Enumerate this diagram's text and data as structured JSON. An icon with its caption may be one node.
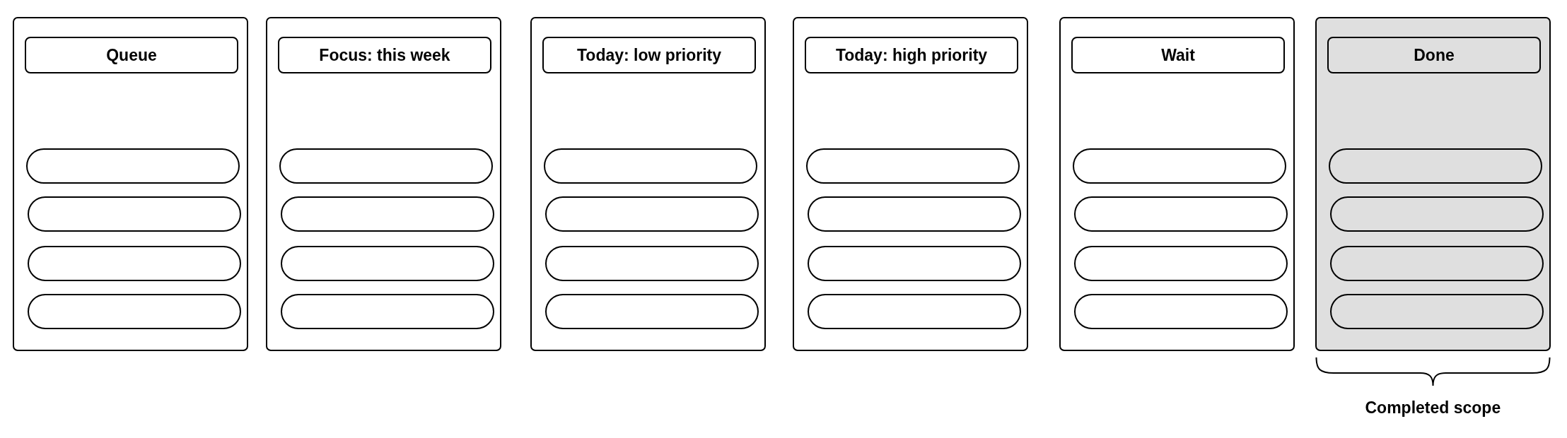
{
  "diagram": {
    "nodes": [
      {
        "text": [],
        "shape": "box"
      },
      {
        "text": [
          "Queue"
        ],
        "in": 0
      },
      {
        "text": [],
        "shape": "pill",
        "in": 0
      },
      {
        "text": [],
        "shape": "pill",
        "in": 0
      },
      {
        "text": [],
        "shape": "pill",
        "in": 0
      },
      {
        "text": [],
        "shape": "pill",
        "in": 0
      },
      {
        "text": [],
        "shape": "box"
      },
      {
        "text": [
          "Focus: this week"
        ],
        "in": 6
      },
      {
        "text": [],
        "shape": "pill",
        "in": 6
      },
      {
        "text": [],
        "shape": "pill",
        "in": 6
      },
      {
        "text": [],
        "shape": "pill",
        "in": 6
      },
      {
        "text": [],
        "shape": "pill",
        "in": 6
      },
      {
        "text": [],
        "shape": "box"
      },
      {
        "text": [
          "Today: low priority"
        ],
        "in": 12
      },
      {
        "text": [],
        "shape": "pill",
        "in": 12
      },
      {
        "text": [],
        "shape": "pill",
        "in": 12
      },
      {
        "text": [],
        "shape": "pill",
        "in": 12
      },
      {
        "text": [],
        "shape": "pill",
        "in": 12
      },
      {
        "text": [],
        "shape": "box"
      },
      {
        "text": [
          "Today: high priority"
        ],
        "in": 18
      },
      {
        "text": [],
        "shape": "pill",
        "in": 18
      },
      {
        "text": [],
        "shape": "pill",
        "in": 18
      },
      {
        "text": [],
        "shape": "pill",
        "in": 18
      },
      {
        "text": [],
        "shape": "pill",
        "in": 18
      },
      {
        "text": [],
        "shape": "box"
      },
      {
        "text": [
          "Wait"
        ],
        "in": 24
      },
      {
        "text": [],
        "shape": "pill",
        "in": 24
      },
      {
        "text": [],
        "shape": "pill",
        "in": 24
      },
      {
        "text": [],
        "shape": "pill",
        "in": 24
      },
      {
        "text": [],
        "shape": "pill",
        "in": 24
      },
      {
        "text": [],
        "shape": "box",
        "beside": [
          "Completed scope"
        ]
      },
      {
        "text": [
          "Done"
        ],
        "in": 30
      },
      {
        "text": [],
        "shape": "pill",
        "in": 30
      },
      {
        "text": [],
        "shape": "pill",
        "in": 30
      },
      {
        "text": [],
        "shape": "pill",
        "in": 30
      },
      {
        "text": [],
        "shape": "pill",
        "in": 30
      }
    ]
  }
}
